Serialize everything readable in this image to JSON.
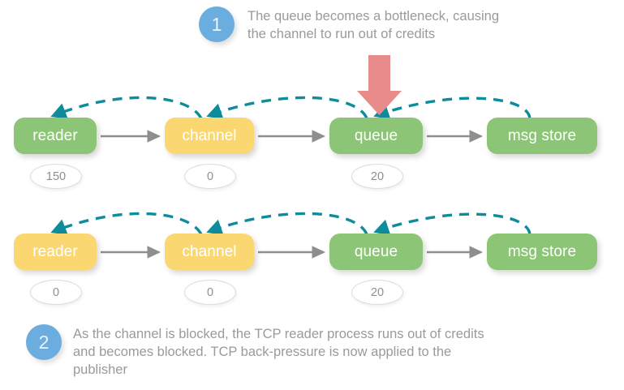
{
  "diagram": {
    "background_color": "#ffffff",
    "colors": {
      "green": "#8cc576",
      "yellow": "#fad771",
      "blue": "#6badde",
      "teal": "#0e8c9c",
      "red_arrow": "#e88b8b",
      "gray_arrow": "#8e8e8e",
      "text_gray": "#9a9a9a"
    },
    "callouts": [
      {
        "number": "1",
        "text": "The queue becomes a bottleneck, causing\nthe channel to run out of credits"
      },
      {
        "number": "2",
        "text": "As the channel is blocked, the TCP reader process runs out of credits\nand becomes blocked. TCP back-pressure is now applied to the\npublisher"
      }
    ],
    "rows": [
      {
        "id": "row-1",
        "nodes": [
          {
            "label": "reader",
            "color": "green",
            "credits": "150"
          },
          {
            "label": "channel",
            "color": "yellow",
            "credits": "0"
          },
          {
            "label": "queue",
            "color": "green",
            "credits": "20"
          },
          {
            "label": "msg store",
            "color": "green",
            "credits": ""
          }
        ],
        "flow_arrows": [
          "reader-to-channel",
          "channel-to-queue",
          "queue-to-msg-store"
        ],
        "credit_arrows": [
          "msg-store-to-queue",
          "queue-to-channel",
          "channel-to-reader"
        ],
        "annotation_arrow": "red-down-arrow-to-queue"
      },
      {
        "id": "row-2",
        "nodes": [
          {
            "label": "reader",
            "color": "yellow",
            "credits": "0"
          },
          {
            "label": "channel",
            "color": "yellow",
            "credits": "0"
          },
          {
            "label": "queue",
            "color": "green",
            "credits": "20"
          },
          {
            "label": "msg store",
            "color": "green",
            "credits": ""
          }
        ],
        "flow_arrows": [
          "reader-to-channel",
          "channel-to-queue",
          "queue-to-msg-store"
        ],
        "credit_arrows": [
          "msg-store-to-queue",
          "queue-to-channel",
          "channel-to-reader"
        ],
        "annotation_arrow": ""
      }
    ]
  }
}
